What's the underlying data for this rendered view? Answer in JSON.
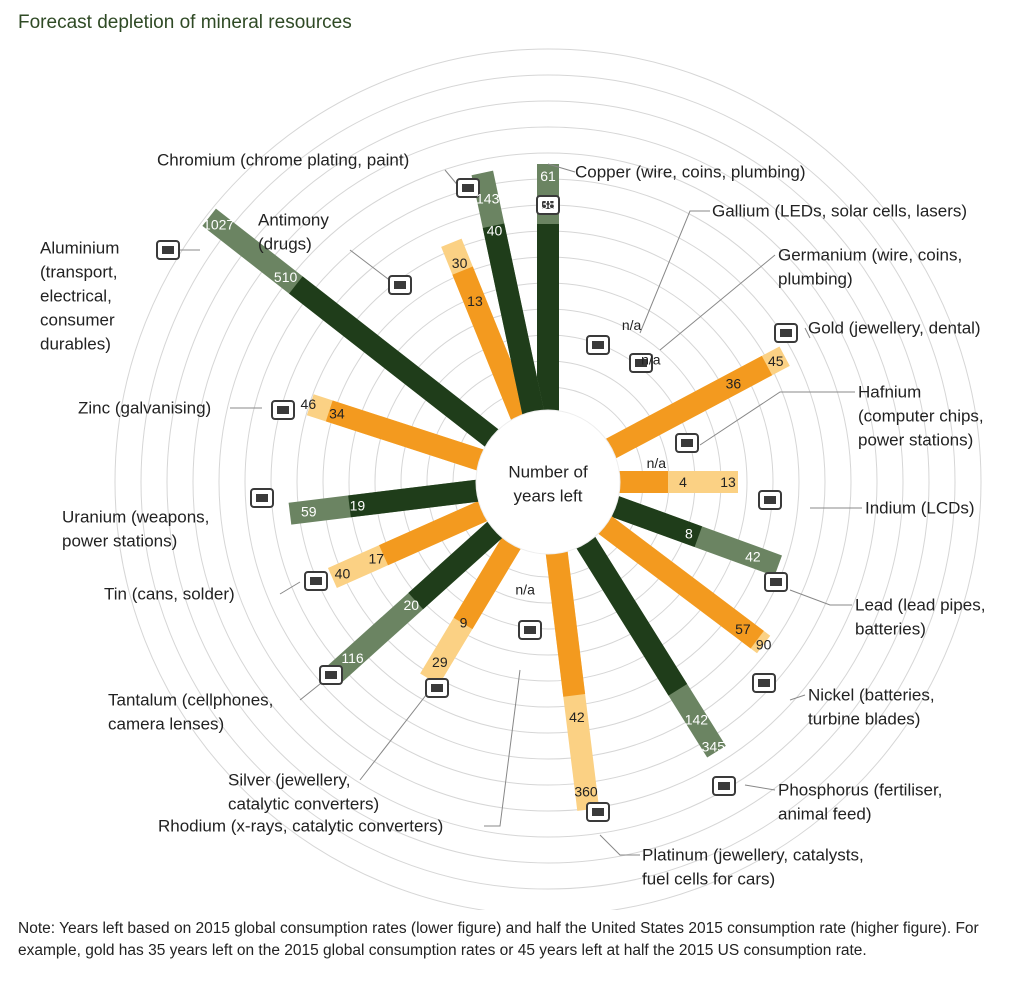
{
  "title": "Forecast depletion of mineral resources",
  "note": "Note: Years left based on 2015 global consumption rates (lower figure) and half the United States 2015 consumption rate (higher figure).  For example, gold has 35 years left on the 2015 global consumption rates or 45 years left at half the 2015 US consumption rate.",
  "colors": {
    "dark_green": "#1f3d1a",
    "light_green": "#6b8462",
    "orange": "#f39a1f",
    "light_orange": "#fbd184",
    "ring": "#d6d6d6",
    "icon": "#3a3a3a",
    "leader": "#888888"
  },
  "chart_data": {
    "type": "radial-bar",
    "center_label": [
      "Number of",
      "years left"
    ],
    "series_meaning": {
      "lower": "2015 global consumption rate",
      "higher": "half the United States 2015 consumption rate"
    },
    "minerals": [
      {
        "name": "Copper",
        "label": [
          "Copper (wire, coins, plumbing)"
        ],
        "lower": "38",
        "higher": "61",
        "color": "green",
        "icon": "copper-wire-icon"
      },
      {
        "name": "Gallium",
        "label": [
          "Gallium (LEDs, solar cells, lasers)"
        ],
        "lower": "n/a",
        "higher": "",
        "color": "none",
        "icon": "solar-panel-icon"
      },
      {
        "name": "Germanium",
        "label": [
          "Germanium (wire, coins,",
          "plumbing)"
        ],
        "lower": "n/a",
        "higher": "",
        "color": "none",
        "icon": "valve-icon"
      },
      {
        "name": "Gold",
        "label": [
          "Gold (jewellery, dental)"
        ],
        "lower": "36",
        "higher": "45",
        "color": "orange",
        "icon": "ring-icon"
      },
      {
        "name": "Hafnium",
        "label": [
          "Hafnium",
          "(computer chips,",
          "power stations)"
        ],
        "lower": "n/a",
        "higher": "",
        "color": "none",
        "icon": "chip-icon"
      },
      {
        "name": "Indium",
        "label": [
          "Indium (LCDs)"
        ],
        "lower": "4",
        "higher": "13",
        "color": "orange",
        "icon": "monitor-icon"
      },
      {
        "name": "Lead",
        "label": [
          "Lead (lead pipes,",
          "batteries)"
        ],
        "lower": "8",
        "higher": "42",
        "color": "green",
        "icon": "battery-icon"
      },
      {
        "name": "Nickel",
        "label": [
          "Nickel (batteries,",
          "turbine blades)"
        ],
        "lower": "57",
        "higher": "90",
        "color": "orange",
        "icon": "turbine-icon"
      },
      {
        "name": "Phosphorus",
        "label": [
          "Phosphorus (fertiliser,",
          "animal feed)"
        ],
        "lower": "142",
        "higher": "345",
        "color": "green",
        "icon": "feed-icon"
      },
      {
        "name": "Platinum",
        "label": [
          "Platinum (jewellery, catalysts,",
          "fuel cells for cars)"
        ],
        "lower": "42",
        "higher": "360",
        "color": "orange",
        "icon": "catalyst-icon"
      },
      {
        "name": "Rhodium",
        "label": [
          "Rhodium (x-rays, catalytic converters)"
        ],
        "lower": "n/a",
        "higher": "",
        "color": "none",
        "icon": "xray-icon"
      },
      {
        "name": "Silver",
        "label": [
          "Silver (jewellery,",
          "catalytic converters)"
        ],
        "lower": "9",
        "higher": "29",
        "color": "orange",
        "icon": "ring-icon"
      },
      {
        "name": "Tantalum",
        "label": [
          "Tantalum (cellphones,",
          "camera lenses)"
        ],
        "lower": "20",
        "higher": "116",
        "color": "green",
        "icon": "cellphone-icon"
      },
      {
        "name": "Tin",
        "label": [
          "Tin (cans, solder)"
        ],
        "lower": "17",
        "higher": "40",
        "color": "orange",
        "icon": "can-icon"
      },
      {
        "name": "Uranium",
        "label": [
          "Uranium (weapons,",
          "power stations)"
        ],
        "lower": "19",
        "higher": "59",
        "color": "green",
        "icon": "power-station-icon"
      },
      {
        "name": "Zinc",
        "label": [
          "Zinc (galvanising)"
        ],
        "lower": "34",
        "higher": "46",
        "color": "orange",
        "icon": "sheet-icon"
      },
      {
        "name": "Aluminium",
        "label": [
          "Aluminium",
          "(transport,",
          "electrical,",
          "consumer",
          "durables)"
        ],
        "lower": "510",
        "higher": "1027",
        "color": "green",
        "icon": "car-icon"
      },
      {
        "name": "Antimony",
        "label": [
          "Antimony",
          "(drugs)"
        ],
        "lower": "13",
        "higher": "30",
        "color": "orange",
        "icon": "pills-icon"
      },
      {
        "name": "Chromium",
        "label": [
          "Chromium (chrome plating, paint)"
        ],
        "lower": "40",
        "higher": "143",
        "color": "green",
        "icon": "pipe-icon"
      }
    ]
  }
}
